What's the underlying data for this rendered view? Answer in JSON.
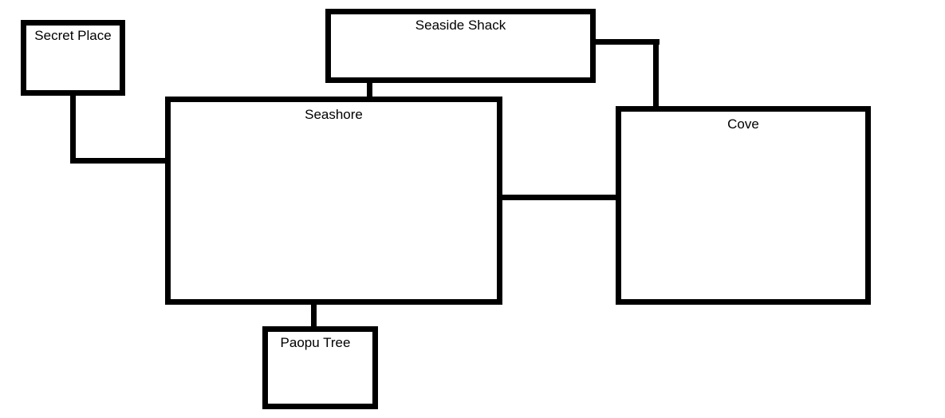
{
  "rooms": {
    "secret_place": "Secret Place",
    "seaside_shack": "Seaside Shack",
    "seashore": "Seashore",
    "cove": "Cove",
    "paopu_tree": "Paopu Tree"
  },
  "colors": {
    "stroke": "#000000",
    "background": "#ffffff"
  }
}
